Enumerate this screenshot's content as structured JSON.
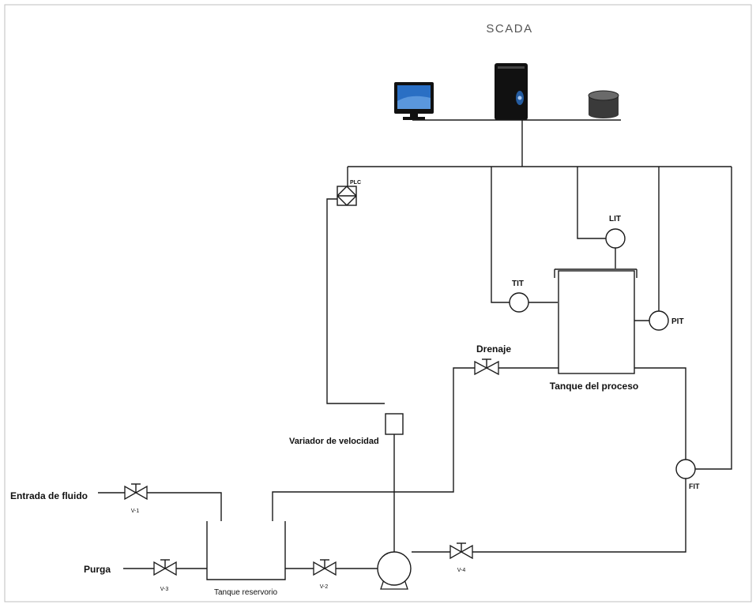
{
  "title": "SCADA",
  "controller": {
    "tag": "PLC"
  },
  "instruments": {
    "lit": "LIT",
    "tit": "TIT",
    "pit": "PIT",
    "fit": "FIT"
  },
  "labels": {
    "drain": "Drenaje",
    "process_tank": "Tanque del proceso",
    "speed_drive": "Variador de velocidad",
    "fluid_inlet": "Entrada de fluido",
    "purge": "Purga",
    "reservoir_tank": "Tanque reservorio"
  },
  "valves": {
    "v1": "V-1",
    "v2": "V-2",
    "v3": "V-3",
    "v4": "V-4"
  },
  "colors": {
    "monitor_screen": "#2a6fc4",
    "database": "#5a5a5a",
    "server": "#111111"
  }
}
